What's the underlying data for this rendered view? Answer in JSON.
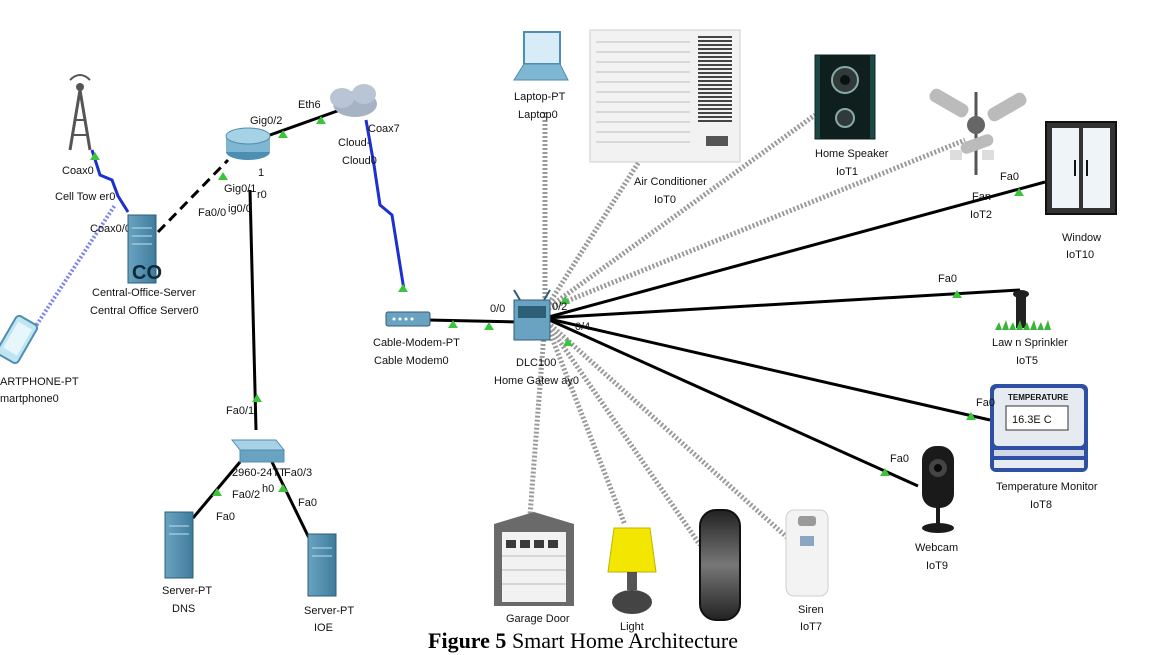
{
  "caption": {
    "label": "Figure 5",
    "text": "Smart Home Architecture"
  },
  "devices": {
    "cell_tower": {
      "type": "Coax0",
      "name": "Cell Tow er0",
      "port": "Coax0/0"
    },
    "central_office": {
      "type": "Central-Office-Server",
      "name": "Central Office Server0",
      "badge": "CO"
    },
    "smartphone": {
      "type": "ARTPHONE-PT",
      "name": "martphone0"
    },
    "router": {
      "port_top": "Gig0/2",
      "port_mid": "Gig0/1",
      "port_low": "ig0/0",
      "fa": "Fa0/0",
      "r0": "r0",
      "num": "1"
    },
    "cloud": {
      "name": "Cloud-",
      "name2": "Cloud0",
      "port": "Coax7",
      "eth": "Eth6"
    },
    "laptop": {
      "type": "Laptop-PT",
      "name": "Laptop0"
    },
    "cable_modem": {
      "type": "Cable-Modem-PT",
      "name": "Cable Modem0"
    },
    "gateway": {
      "type": "DLC100",
      "name": "Home Gatew ay0",
      "port_00": "0/0",
      "port_02": "0/2",
      "port_04": "0/4"
    },
    "switch": {
      "type": "2960-24TT",
      "fa01": "Fa0/1",
      "fa02": "Fa0/2",
      "fa03": "Fa0/3",
      "sub": "h0"
    },
    "dns": {
      "type": "Server-PT",
      "name": "DNS",
      "port": "Fa0"
    },
    "ioe": {
      "type": "Server-PT",
      "name": "IOE",
      "port": "Fa0"
    },
    "aircon": {
      "type": "Air Conditioner",
      "name": "IoT0"
    },
    "speaker": {
      "type": "Home Speaker",
      "name": "IoT1"
    },
    "fan": {
      "type": "Fan",
      "name": "IoT2",
      "port": "Fa0"
    },
    "window": {
      "type": "Window",
      "name": "IoT10"
    },
    "sprinkler": {
      "type": "Law n Sprinkler",
      "name": "IoT5",
      "port": "Fa0"
    },
    "tempmon": {
      "type": "Temperature Monitor",
      "name": "IoT8",
      "port": "Fa0",
      "screen_title": "TEMPERATURE",
      "reading": "16.3E C"
    },
    "webcam": {
      "type": "Webcam",
      "name": "IoT9",
      "port": "Fa0"
    },
    "siren": {
      "type": "Siren",
      "name": "IoT7"
    },
    "light": {
      "type": "Light"
    },
    "garage": {
      "type": "Garage Door"
    }
  },
  "colors": {
    "wire": "#000000",
    "coax": "#1c2fd0",
    "wireless": "#7d86e8",
    "port_dot": "#3cc43c",
    "device": "#4d8fb0"
  },
  "icons": [
    "cell-tower-icon",
    "server-icon",
    "smartphone-icon",
    "router-icon",
    "cloud-icon",
    "laptop-icon",
    "cable-modem-icon",
    "home-gateway-icon",
    "switch-icon",
    "air-conditioner-icon",
    "speaker-icon",
    "ceiling-fan-icon",
    "window-icon",
    "sprinkler-icon",
    "temperature-monitor-icon",
    "webcam-icon",
    "siren-icon",
    "lamp-icon",
    "garage-door-icon",
    "smart-door-icon"
  ]
}
